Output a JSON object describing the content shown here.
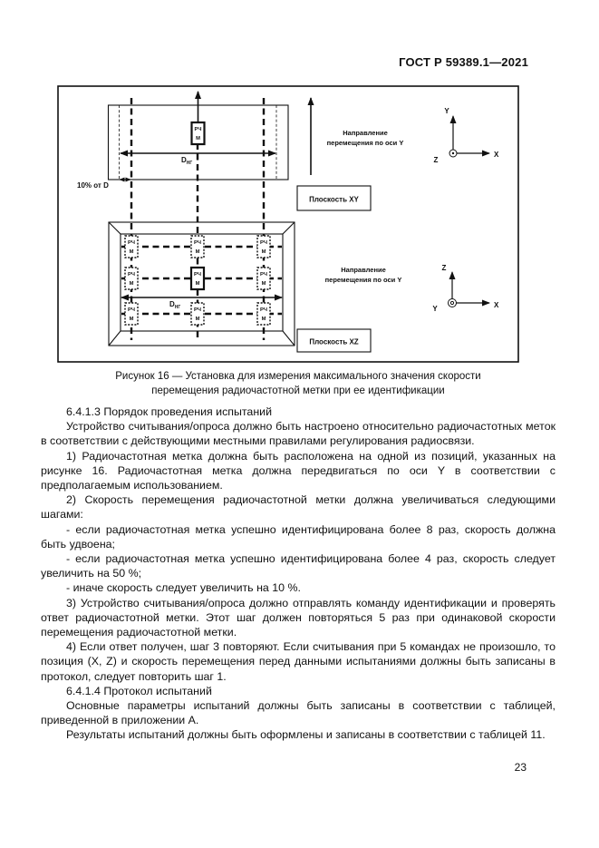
{
  "page": {
    "header": "ГОСТ Р 59389.1—2021",
    "page_number": "23"
  },
  "figure": {
    "caption_line1": "Рисунок 16 — Установка для измерения максимального значения скорости",
    "caption_line2": "перемещения радиочастотной метки при ее идентификации",
    "tag_line1": "РЧ",
    "tag_line2": "М",
    "d_label_main": "D",
    "d_label_sub": "НГ",
    "ten_percent_label": "10% от D",
    "direction_line1": "Направление",
    "direction_line2": "перемещения по оси Y",
    "plane_xy": "Плоскость XY",
    "plane_xz": "Плоскость XZ",
    "axis_x": "X",
    "axis_y": "Y",
    "axis_z": "Z"
  },
  "content": {
    "paragraphs": [
      "6.4.1.3 Порядок проведения испытаний",
      "Устройство считывания/опроса должно быть настроено относительно радиочастотных меток в соответствии с действующими местными правилами регулирования радиосвязи.",
      "1) Радиочастотная метка должна быть расположена на одной из позиций, указанных на рисунке 16. Радиочастотная метка должна передвигаться по оси Y в соответствии с предполагаемым использованием.",
      "2) Скорость перемещения радиочастотной метки должна увеличиваться следующими шагами:",
      "- если радиочастотная метка успешно идентифицирована более 8 раз, скорость должна быть удвоена;",
      "- если радиочастотная метка успешно идентифицирована более 4 раз, скорость следует увеличить на 50 %;",
      "- иначе скорость следует увеличить на 10 %.",
      "3) Устройство считывания/опроса должно отправлять команду идентификации и проверять ответ радиочастотной метки. Этот шаг должен повторяться 5 раз при одинаковой скорости перемещения радиочастотной метки.",
      "4) Если ответ получен, шаг 3 повторяют. Если считывания при 5 командах не произошло, то позиция (X, Z) и скорость перемещения перед данными испытаниями должны быть записаны в протокол, следует повторить шаг 1.",
      "6.4.1.4 Протокол испытаний",
      "Основные параметры испытаний должны быть записаны в соответствии с таблицей, приведенной в приложении А.",
      "Результаты испытаний должны быть оформлены и записаны в соответствии с таблицей 11."
    ]
  }
}
